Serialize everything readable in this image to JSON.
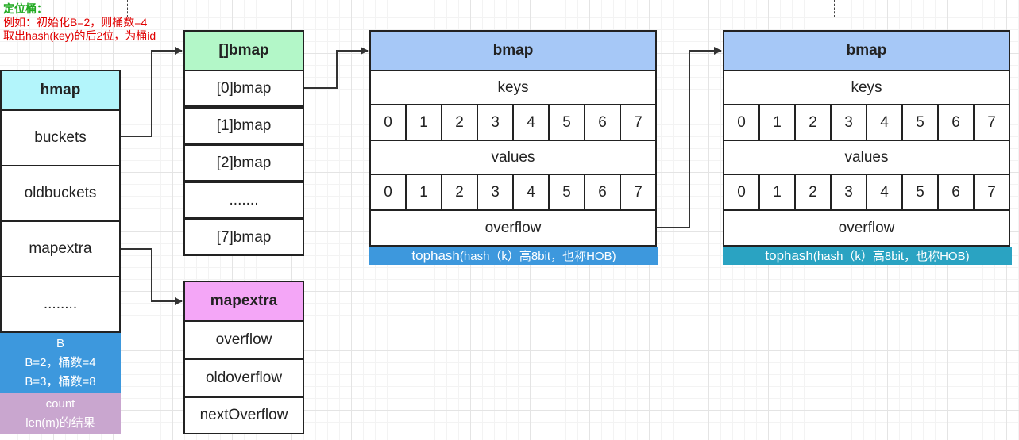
{
  "note": {
    "title": "定位桶：",
    "line1": "例如：初始化B=2，则桶数=4",
    "line2": "取出hash(key)的后2位，为桶id"
  },
  "hmap": {
    "title": "hmap",
    "fields": [
      "buckets",
      "oldbuckets",
      "mapextra",
      "........"
    ],
    "b_box": {
      "lines": [
        "B",
        "B=2，桶数=4",
        "B=3，桶数=8"
      ]
    },
    "count_box": {
      "lines": [
        "count",
        "len(m)的结果"
      ]
    }
  },
  "bucket_array": {
    "title": "[]bmap",
    "items": [
      "[0]bmap",
      "[1]bmap",
      "[2]bmap",
      ".......",
      "[7]bmap"
    ]
  },
  "mapextra": {
    "title": "mapextra",
    "fields": [
      "overflow",
      "oldoverflow",
      "nextOverflow"
    ]
  },
  "bmaps": [
    {
      "title": "bmap",
      "keys_label": "keys",
      "key_slots": [
        "0",
        "1",
        "2",
        "3",
        "4",
        "5",
        "6",
        "7"
      ],
      "values_label": "values",
      "value_slots": [
        "0",
        "1",
        "2",
        "3",
        "4",
        "5",
        "6",
        "7"
      ],
      "overflow_label": "overflow",
      "tophash_main": "tophash",
      "tophash_detail": "(hash（k）高8bit，也称HOB)"
    },
    {
      "title": "bmap",
      "keys_label": "keys",
      "key_slots": [
        "0",
        "1",
        "2",
        "3",
        "4",
        "5",
        "6",
        "7"
      ],
      "values_label": "values",
      "value_slots": [
        "0",
        "1",
        "2",
        "3",
        "4",
        "5",
        "6",
        "7"
      ],
      "overflow_label": "overflow",
      "tophash_main": "tophash",
      "tophash_detail": "(hash（k）高8bit，也称HOB)"
    }
  ],
  "colors": {
    "hmap_header": "#b3f5fb",
    "bucket_array_header": "#b3f7c8",
    "mapextra_header": "#f4a6f7",
    "bmap_header": "#a6c8f7",
    "b_box": "#3d98dd",
    "count_box": "#c9a6cf",
    "tophash_banner_1": "#3d98dd",
    "tophash_banner_2": "#2aa3c2",
    "note_red": "#e00000",
    "note_green": "#22aa22"
  }
}
